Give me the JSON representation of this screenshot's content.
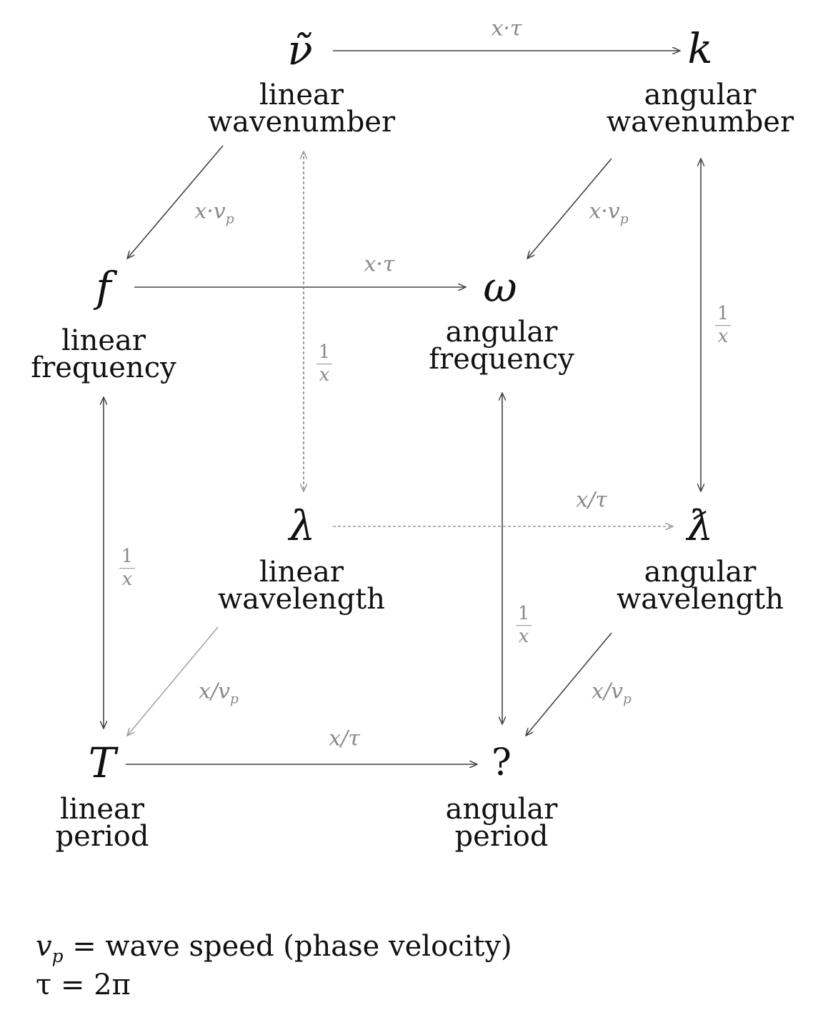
{
  "nodes": {
    "nu": {
      "symbol": "ν̃",
      "line1": "linear",
      "line2": "wavenumber"
    },
    "k": {
      "symbol": "k",
      "line1": "angular",
      "line2": "wavenumber"
    },
    "f": {
      "symbol": "f",
      "line1": "linear",
      "line2": "frequency"
    },
    "omega": {
      "symbol": "ω",
      "line1": "angular",
      "line2": "frequency"
    },
    "lambda": {
      "symbol": "λ",
      "line1": "linear",
      "line2": "wavelength"
    },
    "lambdabar": {
      "symbol": "ƛ",
      "line1": "angular",
      "line2": "wavelength"
    },
    "T": {
      "symbol": "T",
      "line1": "linear",
      "line2": "period"
    },
    "q": {
      "symbol": "?",
      "line1": "angular",
      "line2": "period"
    }
  },
  "operators": {
    "x_tau": "x·τ",
    "x_vp": "x·v",
    "x_vp_sub": "p",
    "x_over_tau": "x/τ",
    "x_over_vp": "x/v",
    "x_over_vp_sub": "p",
    "inv_num": "1",
    "inv_den": "x"
  },
  "legend": {
    "line1_var": "v",
    "line1_sub": "p",
    "line1_rest": " = wave speed (phase velocity)",
    "line2": "τ = 2π"
  },
  "colors": {
    "dark_arrow": "#444444",
    "light_arrow": "#999999",
    "operator_text": "#8a8a8a"
  }
}
